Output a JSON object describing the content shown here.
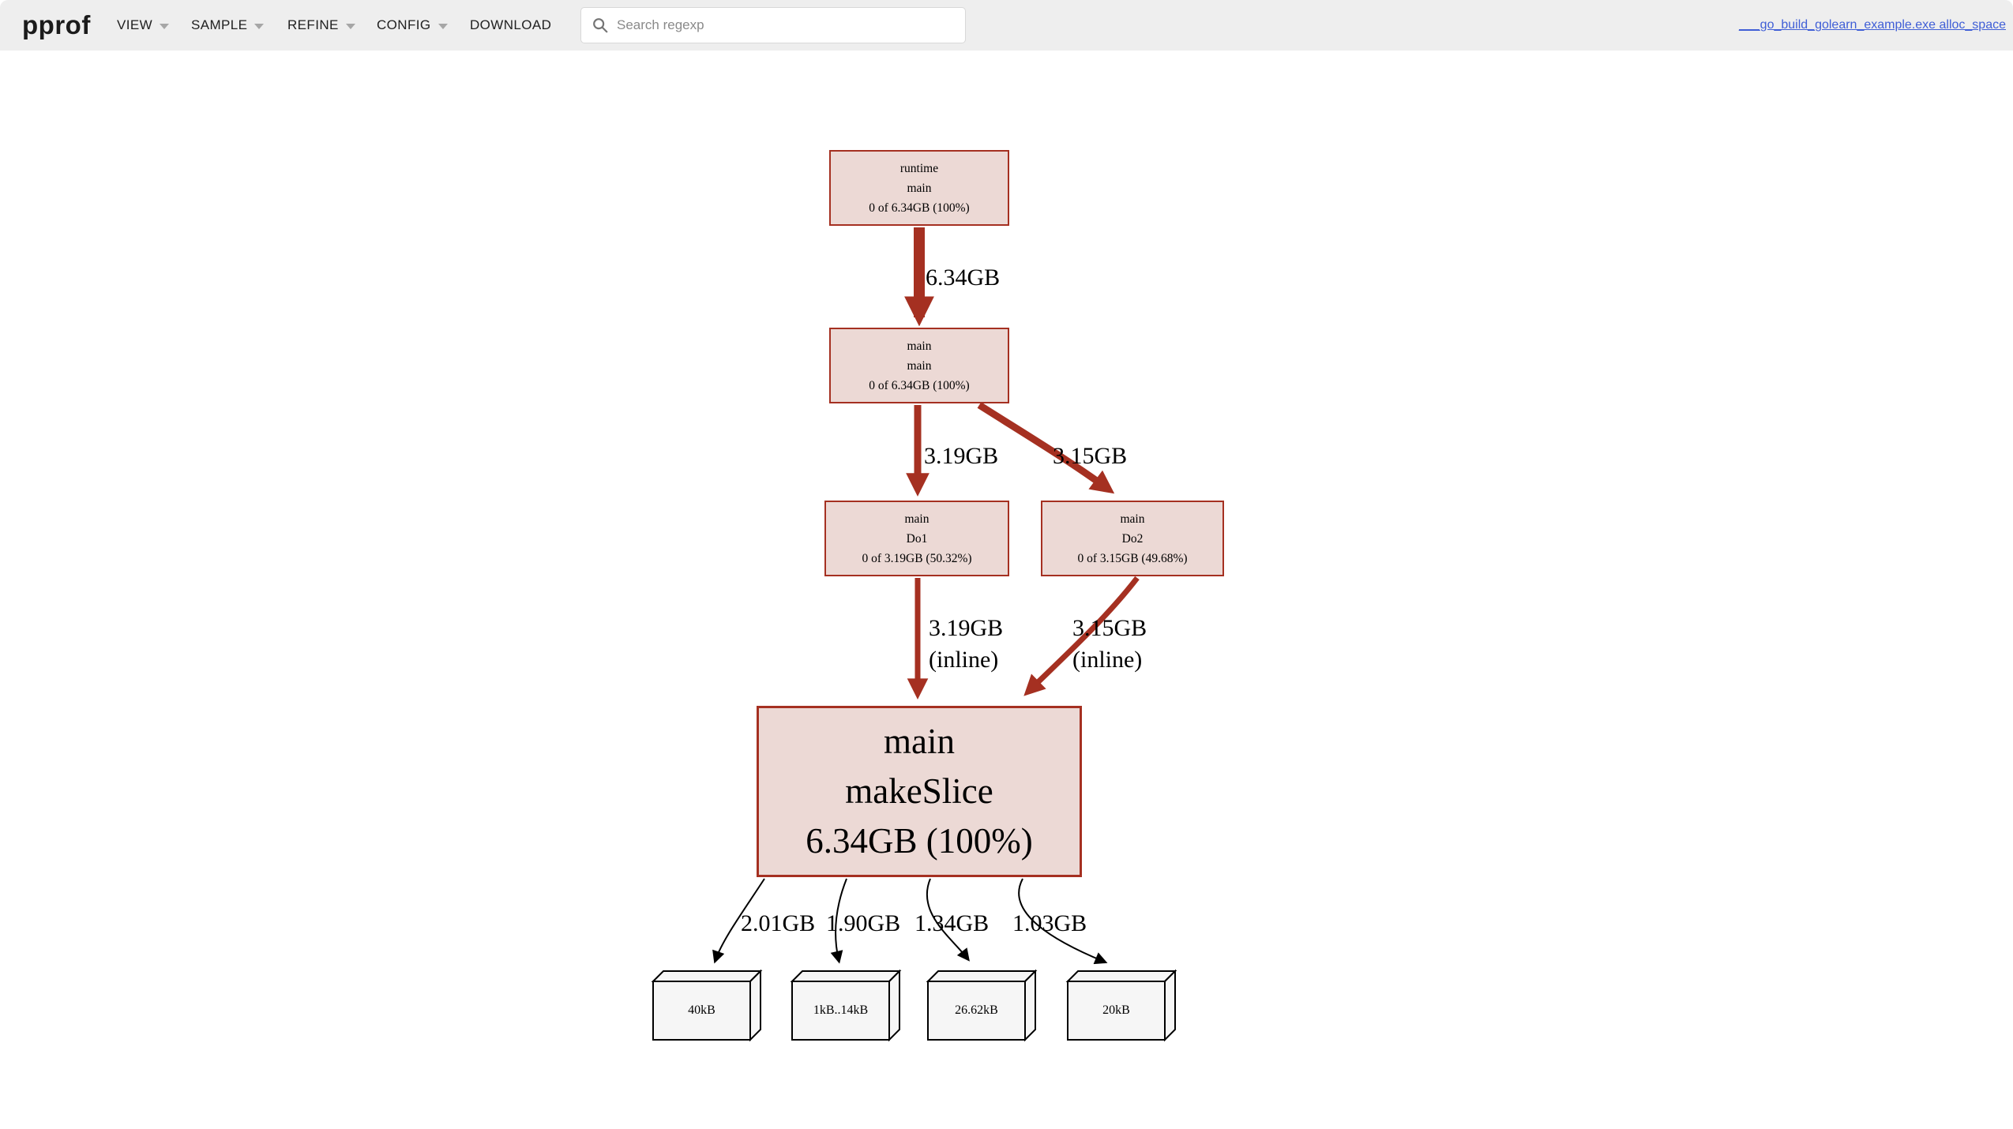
{
  "header": {
    "logo": "pprof",
    "menus": [
      {
        "label": "VIEW",
        "has_caret": true
      },
      {
        "label": "SAMPLE",
        "has_caret": true
      },
      {
        "label": "REFINE",
        "has_caret": true
      },
      {
        "label": "CONFIG",
        "has_caret": true
      },
      {
        "label": "DOWNLOAD",
        "has_caret": false
      }
    ],
    "search": {
      "placeholder": "Search regexp",
      "value": ""
    },
    "profile_link": "___go_build_golearn_example.exe alloc_space"
  },
  "graph": {
    "nodes": [
      {
        "id": "runtime-main",
        "lines": [
          "runtime",
          "main",
          "0 of 6.34GB (100%)"
        ]
      },
      {
        "id": "main-main",
        "lines": [
          "main",
          "main",
          "0 of 6.34GB (100%)"
        ]
      },
      {
        "id": "main-do1",
        "lines": [
          "main",
          "Do1",
          "0 of 3.19GB (50.32%)"
        ]
      },
      {
        "id": "main-do2",
        "lines": [
          "main",
          "Do2",
          "0 of 3.15GB (49.68%)"
        ]
      },
      {
        "id": "main-makeslice",
        "lines": [
          "main",
          "makeSlice",
          "6.34GB (100%)"
        ]
      }
    ],
    "edges": [
      {
        "from": "runtime.main",
        "to": "main.main",
        "label": "6.34GB"
      },
      {
        "from": "main.main",
        "to": "main.Do1",
        "label": "3.19GB"
      },
      {
        "from": "main.main",
        "to": "main.Do2",
        "label": "3.15GB"
      },
      {
        "from": "main.Do1",
        "to": "main.makeSlice",
        "label": "3.19GB",
        "sublabel": "(inline)"
      },
      {
        "from": "main.Do2",
        "to": "main.makeSlice",
        "label": "3.15GB",
        "sublabel": "(inline)"
      },
      {
        "from": "main.makeSlice",
        "to": "40kB",
        "label": "2.01GB"
      },
      {
        "from": "main.makeSlice",
        "to": "1kB..14kB",
        "label": "1.90GB"
      },
      {
        "from": "main.makeSlice",
        "to": "26.62kB",
        "label": "1.34GB"
      },
      {
        "from": "main.makeSlice",
        "to": "20kB",
        "label": "1.03GB"
      }
    ],
    "leaf_boxes": [
      {
        "label": "40kB"
      },
      {
        "label": "1kB..14kB"
      },
      {
        "label": "26.62kB"
      },
      {
        "label": "20kB"
      }
    ],
    "colors": {
      "edge_red": "#a53021",
      "node_fill": "#ecd9d5",
      "leaf_fill": "#f6f6f6",
      "leaf_stroke": "#000000",
      "header_bg": "#eeeeee",
      "link_blue": "#3f5ed6"
    }
  }
}
